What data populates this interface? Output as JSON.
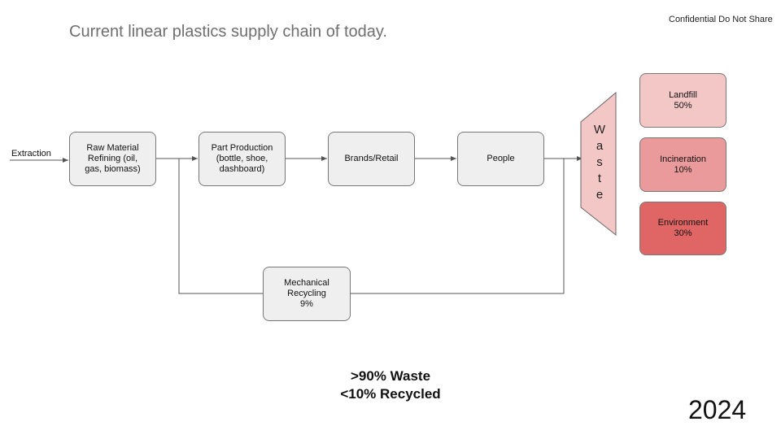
{
  "header": {
    "title": "Current linear plastics supply chain of today.",
    "confidential": "Confidential Do Not Share"
  },
  "diagram": {
    "input_label": "Extraction",
    "nodes": [
      {
        "id": "raw-material",
        "label": "Raw Material\nRefining (oil,\ngas, biomass)"
      },
      {
        "id": "part-production",
        "label": "Part Production\n(bottle, shoe,\ndashboard)"
      },
      {
        "id": "brands-retail",
        "label": "Brands/Retail"
      },
      {
        "id": "people",
        "label": "People"
      },
      {
        "id": "mechanical-recycling",
        "label": "Mechanical\nRecycling\n9%"
      }
    ],
    "waste_label": "Waste",
    "outcomes": [
      {
        "id": "landfill",
        "label": "Landfill\n50%",
        "color": "#f4c7c7"
      },
      {
        "id": "incineration",
        "label": "Incineration\n10%",
        "color": "#ea9a9a"
      },
      {
        "id": "environment",
        "label": "Environment\n30%",
        "color": "#e06666"
      }
    ]
  },
  "summary": {
    "waste": ">90% Waste",
    "recycled": "<10% Recycled"
  },
  "year": "2024"
}
